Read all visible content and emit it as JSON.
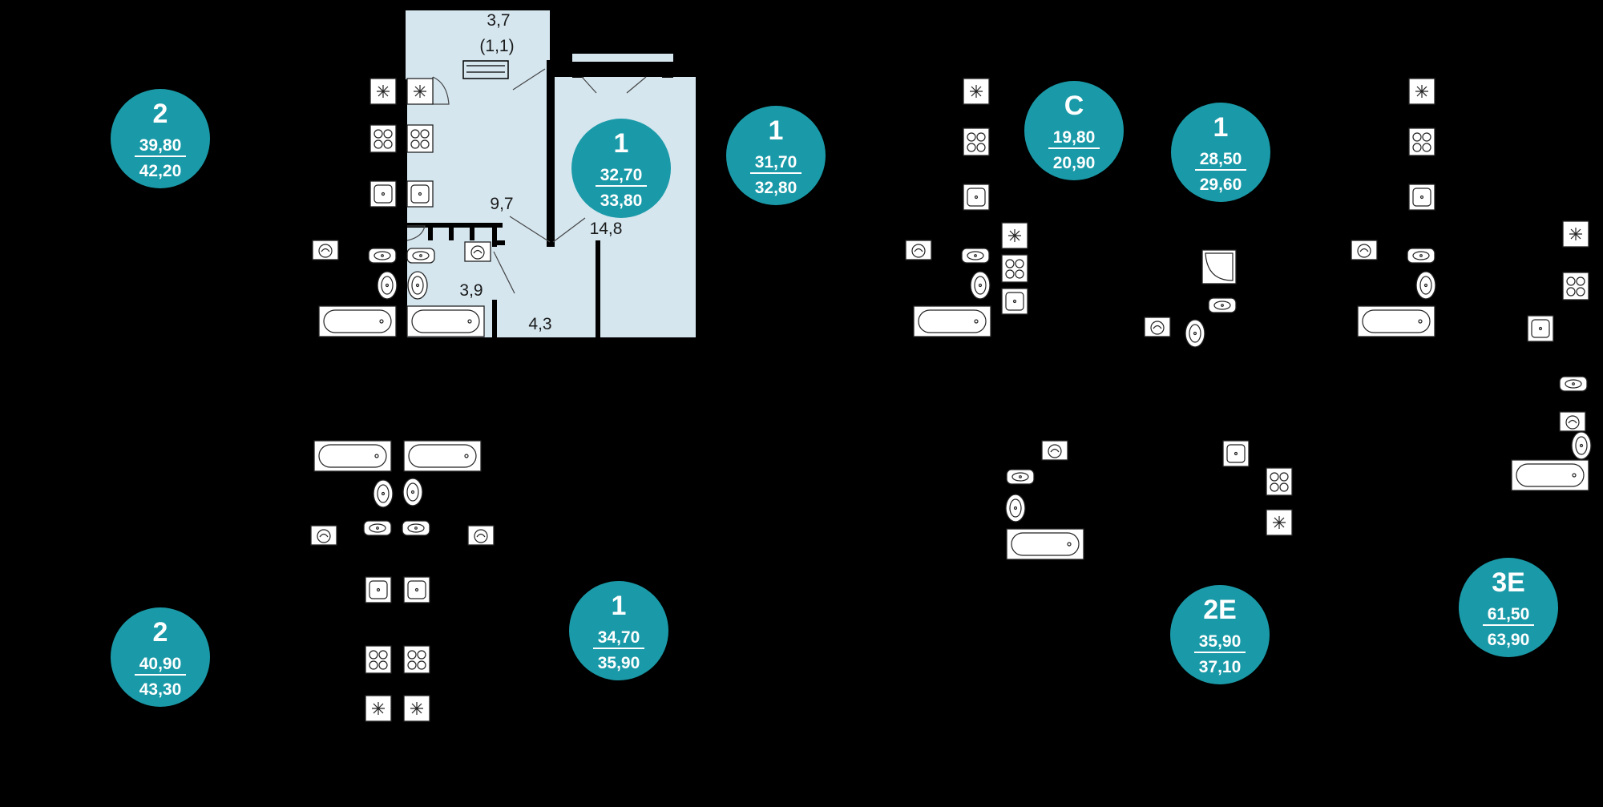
{
  "colors": {
    "background": "#000000",
    "badge": "#1a9aa8",
    "room_fill": "#d5e6ef",
    "wall": "#000000",
    "text_on_badge": "#ffffff",
    "room_text": "#1a1a1a"
  },
  "apartments": [
    {
      "type": "2",
      "living_area": "39,80",
      "total_area": "42,20"
    },
    {
      "type": "1",
      "living_area": "32,70",
      "total_area": "33,80"
    },
    {
      "type": "1",
      "living_area": "31,70",
      "total_area": "32,80"
    },
    {
      "type": "C",
      "living_area": "19,80",
      "total_area": "20,90"
    },
    {
      "type": "1",
      "living_area": "28,50",
      "total_area": "29,60"
    },
    {
      "type": "2",
      "living_area": "40,90",
      "total_area": "43,30"
    },
    {
      "type": "1",
      "living_area": "34,70",
      "total_area": "35,90"
    },
    {
      "type": "2E",
      "living_area": "35,90",
      "total_area": "37,10"
    },
    {
      "type": "3E",
      "living_area": "61,50",
      "total_area": "63,90"
    }
  ],
  "rooms": [
    {
      "label": "3,7"
    },
    {
      "label": "(1,1)"
    },
    {
      "label": "9,7"
    },
    {
      "label": "14,8"
    },
    {
      "label": "3,9"
    },
    {
      "label": "4,3"
    }
  ]
}
